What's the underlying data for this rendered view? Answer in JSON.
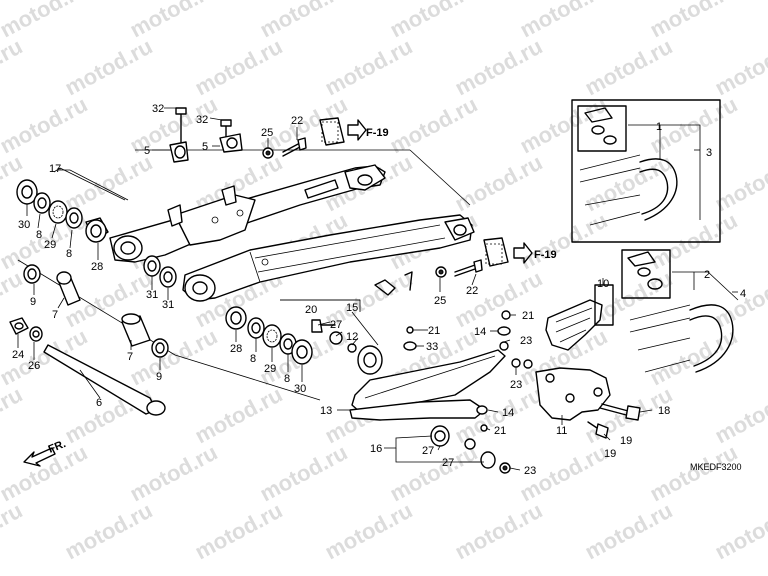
{
  "watermark": "motod.ru",
  "diagram_code": "MKEDF3200",
  "front_label": "FR.",
  "refs": {
    "f19_a": "F-19",
    "f19_b": "F-19"
  },
  "callouts": {
    "c32a": "32",
    "c32b": "32",
    "c5a": "5",
    "c5b": "5",
    "c25a": "25",
    "c22a": "22",
    "c17": "17",
    "c30a": "30",
    "c8a": "8",
    "c29a": "29",
    "c8b": "8",
    "c28a": "28",
    "c1": "1",
    "c3": "3",
    "c2": "2",
    "c4": "4",
    "c10": "10",
    "c9a": "9",
    "c7a": "7",
    "c24": "24",
    "c26": "26",
    "c6": "6",
    "c7b": "7",
    "c9b": "9",
    "c31a": "31",
    "c31b": "31",
    "c25b": "25",
    "c22b": "22",
    "c15": "15",
    "c20": "20",
    "c27a": "27",
    "c12": "12",
    "c21a": "21",
    "c21b": "21",
    "c14a": "14",
    "c33": "33",
    "c23a": "23",
    "c23b": "23",
    "c28b": "28",
    "c8c": "8",
    "c29b": "29",
    "c8d": "8",
    "c30b": "30",
    "c13": "13",
    "c14b": "14",
    "c21c": "21",
    "c11": "11",
    "c18": "18",
    "c19a": "19",
    "c19b": "19",
    "c16": "16",
    "c27b": "27",
    "c27c": "27",
    "c23c": "23"
  }
}
